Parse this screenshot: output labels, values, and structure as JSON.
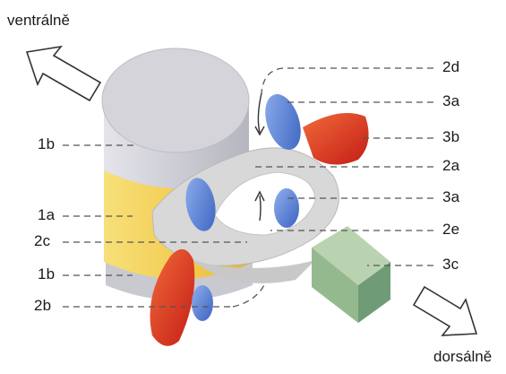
{
  "directions": {
    "front": "ventrálně",
    "back": "dorsálně"
  },
  "labels_left": [
    "1b",
    "1a",
    "2c",
    "1b",
    "2b"
  ],
  "labels_right": [
    "2d",
    "3a",
    "3b",
    "2a",
    "3a",
    "2e",
    "3c"
  ],
  "colors": {
    "vertebral_body_top": "#d2d2d8",
    "vertebral_body_side": "#bdbdc6",
    "intervertebral_disc": "#f4d262",
    "vertebral_arch": "#d6d6d6",
    "spinous_process": "#8fb48f",
    "transverse_process": "#d9281f",
    "articular_process": "#4a74cc",
    "leader_lines": "#555555"
  }
}
